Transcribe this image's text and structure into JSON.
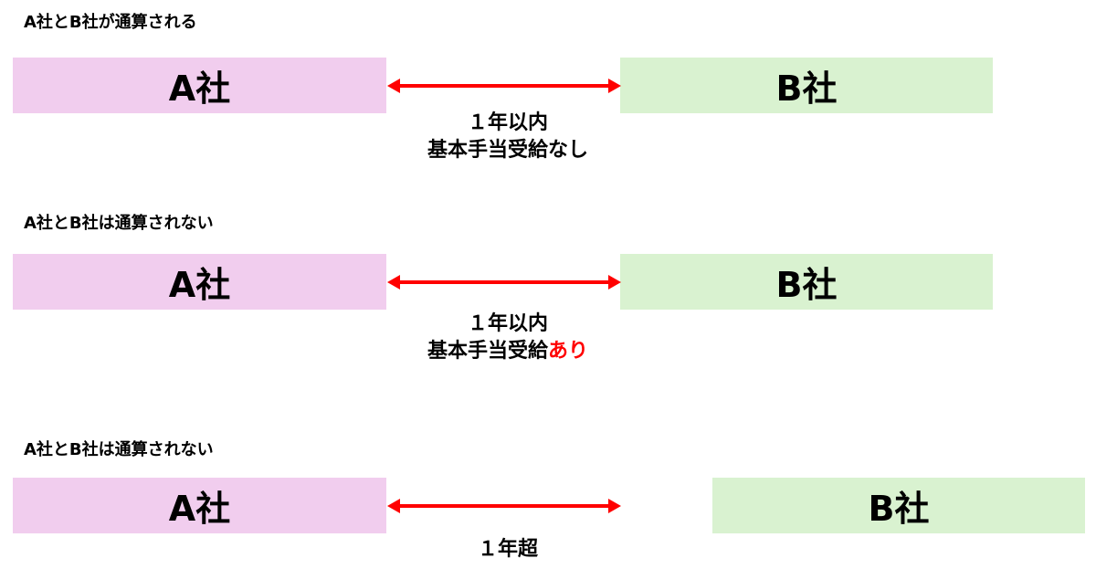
{
  "colors": {
    "company_a": "#f1cdee",
    "company_b": "#d9f2d0",
    "arrow": "#ff0000",
    "emphasis": "#ff0000"
  },
  "sections": [
    {
      "title": "A社とB社が通算される",
      "a_label": "A社",
      "b_label": "B社",
      "note_line1": "１年以内",
      "note_line2": "基本手当受給",
      "note_emph": "なし"
    },
    {
      "title": "A社とB社は通算されない",
      "a_label": "A社",
      "b_label": "B社",
      "note_line1": "１年以内",
      "note_line2": "基本手当受給",
      "note_emph": "あり"
    },
    {
      "title": "A社とB社は通算されない",
      "a_label": "A社",
      "b_label": "B社",
      "note_line1": "１年超"
    }
  ]
}
